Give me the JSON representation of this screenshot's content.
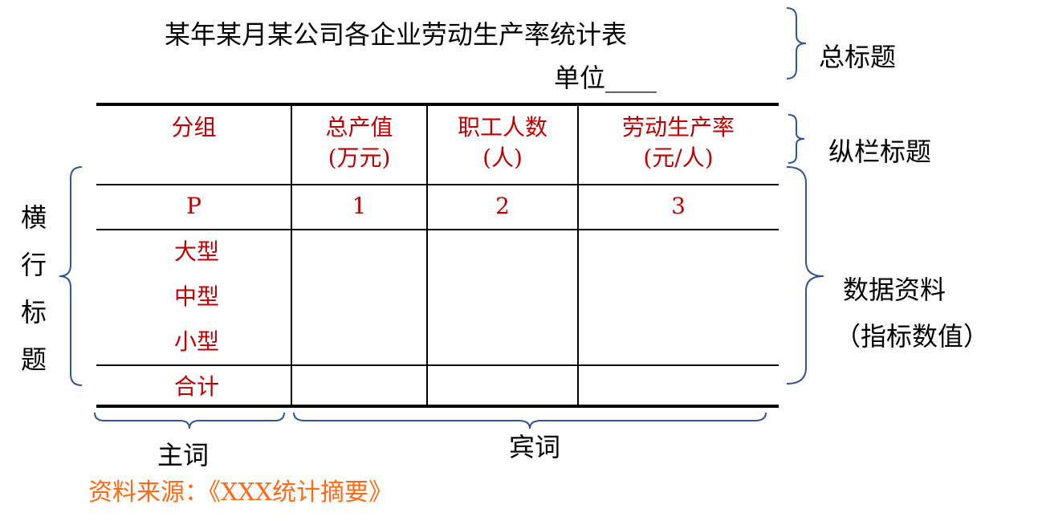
{
  "title": "某年某月某公司各企业劳动生产率统计表",
  "unit": "单位____",
  "labels": {
    "total_title": "总标题",
    "column_title": "纵栏标题",
    "row_title": [
      "横",
      "行",
      "标",
      "题"
    ],
    "data": "数据资料",
    "data_sub": "（指标数值）",
    "subject": "主词",
    "predicate": "宾词"
  },
  "table": {
    "headers": [
      "分组",
      "总产值\n(万元)",
      "职工人数\n(人)",
      "劳动生产率\n(元/人)"
    ],
    "codes": [
      "P",
      "1",
      "2",
      "3"
    ],
    "rows": [
      "大型",
      "中型",
      "小型"
    ],
    "total": "合计"
  },
  "source": "资料来源：《XXX统计摘要》",
  "colors": {
    "red": "#c00000",
    "brace": "#2f5597",
    "source": "#ff6a13"
  }
}
